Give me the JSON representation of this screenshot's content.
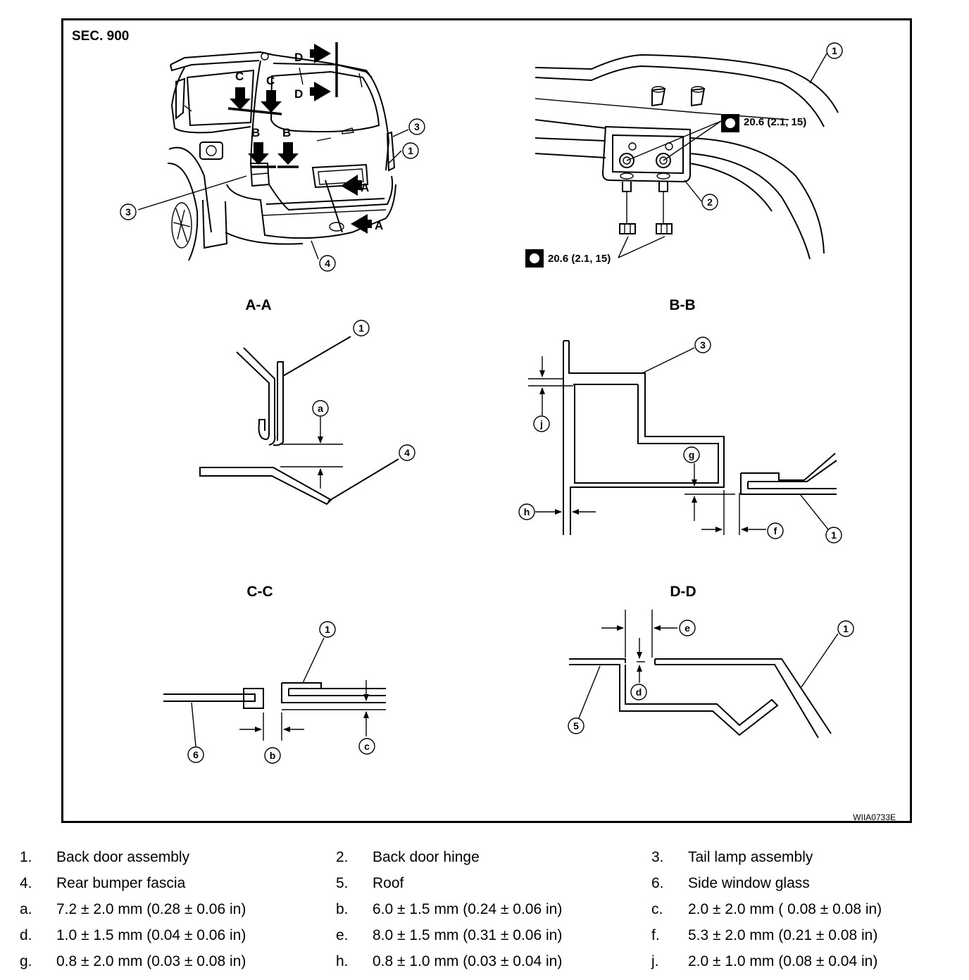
{
  "diagram": {
    "section_label": "SEC. 900",
    "views": {
      "aa": "A-A",
      "bb": "B-B",
      "cc": "C-C",
      "dd": "D-D"
    },
    "arrow_labels": {
      "a": "A",
      "b": "B",
      "c": "C",
      "d": "D"
    },
    "torque": "20.6 (2.1, 15)",
    "callouts": {
      "n1": "1",
      "n2": "2",
      "n3": "3",
      "n4": "4",
      "n5": "5",
      "n6": "6",
      "a": "a",
      "b": "b",
      "c": "c",
      "d": "d",
      "e": "e",
      "f": "f",
      "g": "g",
      "h": "h",
      "j": "j"
    },
    "figure_code": "WIIA0733E"
  },
  "legend": [
    [
      {
        "key": "1.",
        "text": "Back door assembly"
      },
      {
        "key": "2.",
        "text": "Back door hinge"
      },
      {
        "key": "3.",
        "text": "Tail lamp assembly"
      }
    ],
    [
      {
        "key": "4.",
        "text": "Rear bumper fascia"
      },
      {
        "key": "5.",
        "text": "Roof"
      },
      {
        "key": "6.",
        "text": "Side window glass"
      }
    ],
    [
      {
        "key": "a.",
        "text": "7.2 ± 2.0 mm (0.28 ± 0.06 in)"
      },
      {
        "key": "b.",
        "text": "6.0 ± 1.5 mm (0.24 ± 0.06 in)"
      },
      {
        "key": "c.",
        "text": "2.0 ±  2.0 mm ( 0.08 ± 0.08 in)"
      }
    ],
    [
      {
        "key": "d.",
        "text": "1.0 ± 1.5 mm (0.04 ± 0.06 in)"
      },
      {
        "key": "e.",
        "text": "8.0 ± 1.5 mm (0.31 ± 0.06 in)"
      },
      {
        "key": "f.",
        "text": "5.3 ±  2.0 mm (0.21 ± 0.08 in)"
      }
    ],
    [
      {
        "key": "g.",
        "text": "0.8 ± 2.0 mm (0.03 ± 0.08 in)"
      },
      {
        "key": "h.",
        "text": "0.8 ± 1.0 mm (0.03 ± 0.04 in)"
      },
      {
        "key": "j.",
        "text": "2.0 ± 1.0 mm (0.08 ±  0.04 in)"
      }
    ]
  ]
}
